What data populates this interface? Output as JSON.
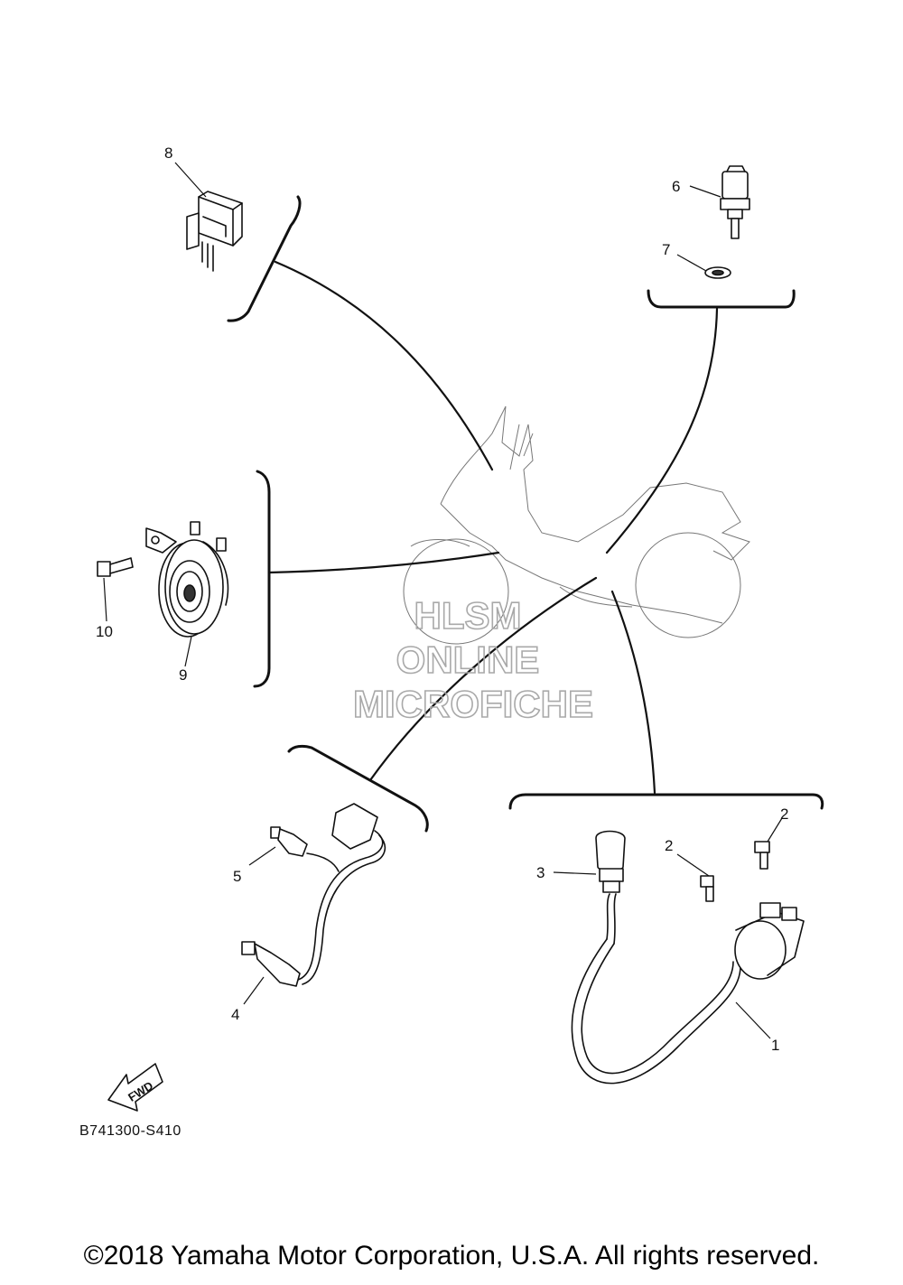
{
  "diagram": {
    "callouts": {
      "p1": "1",
      "p2a": "2",
      "p2b": "2",
      "p3": "3",
      "p4": "4",
      "p5": "5",
      "p6": "6",
      "p7": "7",
      "p8": "8",
      "p9": "9",
      "p10": "10"
    },
    "fwd_label": "FWD",
    "part_code": "B741300-S410",
    "watermark": {
      "line1": "HLSM",
      "line2": "ONLINE",
      "line3": "MICROFICHE",
      "color": "#a9a9a9"
    }
  },
  "footer": {
    "copyright": "©2018 Yamaha Motor Corporation, U.S.A. All rights reserved."
  }
}
